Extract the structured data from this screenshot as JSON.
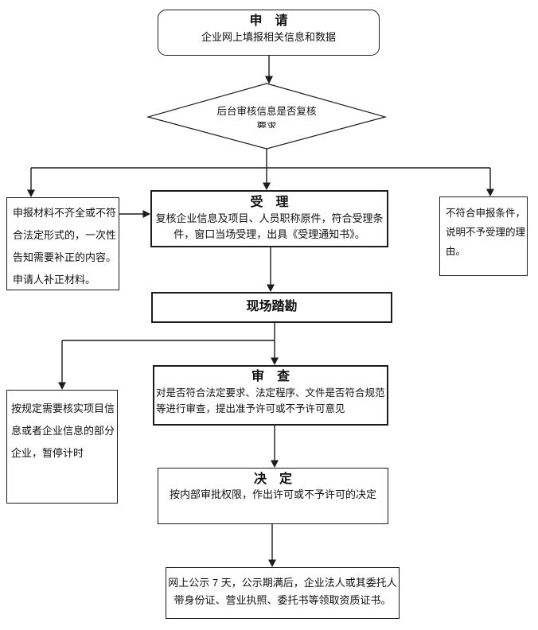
{
  "colors": {
    "background": "#ffffff",
    "line": "#1c1c1c",
    "box_border": "#1c1c1c",
    "text": "#111111"
  },
  "nodes": {
    "apply": {
      "title": "申　请",
      "body": "企业网上填报相关信息和数据"
    },
    "decision": {
      "line1": "后台审核信息是否复核",
      "line2_clipped": "要求"
    },
    "supplement": {
      "body": "申报材料不齐全或不符\n合法定形式的，一次性\n告知需要补正的内容。\n申请人补正材料。"
    },
    "accept": {
      "title": "受　理",
      "body": "复核企业信息及项目、人员职称原件，符合受理条\n件，窗口当场受理，出具《受理通知书》。"
    },
    "reject": {
      "body": "不符合申报条件，\n说明不予受理的理\n由。"
    },
    "survey": {
      "title": "现场踏勘"
    },
    "verify": {
      "body": "按规定需要核实项目信\n息或者企业信息的部分\n企业，暂停计时"
    },
    "review": {
      "title": "审　查",
      "body": "对是否符合法定要求、法定程序、文件是否符合规范\n等进行审查，提出准予许可或不予许可意见"
    },
    "decide": {
      "title": "决　定",
      "body": "按内部审批权限，作出许可或不予许可的决定"
    },
    "publish": {
      "body": "网上公示 7 天，公示期满后，企业法人或其委托人\n带身份证、营业执照、委托书等领取资质证书。"
    }
  }
}
